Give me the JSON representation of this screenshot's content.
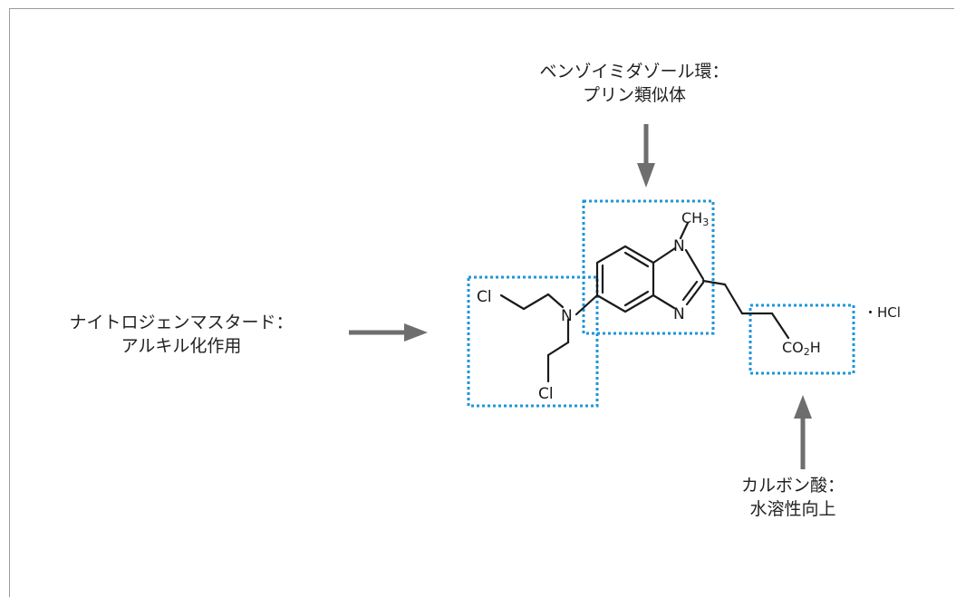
{
  "colors": {
    "bond": "#1a1a1a",
    "arrow": "#6e6e6e",
    "highlight_box": "#1f95d8",
    "text": "#222222",
    "frame": "#9a9a9a"
  },
  "labels": {
    "benzimidazole": {
      "line1": "ベンゾイミダゾール環：",
      "line2": "プリン類似体"
    },
    "nitrogen_mustard": {
      "line1": "ナイトロジェンマスタード：",
      "line2": "アルキル化作用"
    },
    "carboxylic_acid": {
      "line1": "カルボン酸：",
      "line2": "水溶性向上"
    }
  },
  "molecule": {
    "atoms": {
      "cl_top": "Cl",
      "cl_bottom": "Cl",
      "n_amine": "N",
      "n_ring_top": "N",
      "n_ring_bottom": "N",
      "methyl": "CH",
      "methyl_sub": "3",
      "acid_co": "CO",
      "acid_sub": "2",
      "acid_h": "H"
    },
    "salt": "・HCl"
  }
}
